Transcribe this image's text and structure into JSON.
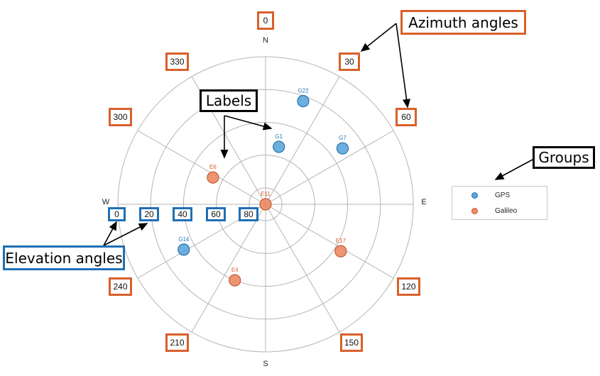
{
  "compass": {
    "north": "N",
    "east": "E",
    "south": "S",
    "west": "W"
  },
  "azimuth_labels": [
    "0",
    "30",
    "60",
    "120",
    "150",
    "210",
    "240",
    "300",
    "330"
  ],
  "elevation_labels": [
    "0",
    "20",
    "40",
    "60",
    "80"
  ],
  "callouts": {
    "azimuth": "Azimuth angles",
    "labels": "Labels",
    "groups": "Groups",
    "elevation": "Elevation angles"
  },
  "legend": [
    {
      "name": "GPS",
      "color": "#5aa6dc"
    },
    {
      "name": "Galileo",
      "color": "#ed8a63"
    }
  ],
  "colors": {
    "gps_fill": "#5aa6dc",
    "gps_stroke": "#2a6fa8",
    "gps_label": "#1f77b4",
    "galileo_fill": "#ed8a63",
    "galileo_stroke": "#c25a33",
    "galileo_label": "#d95f2b",
    "grid": "#b4b4b4",
    "azimuth_box": "#d9602b",
    "elevation_box": "#1f6fb4"
  },
  "chart_data": {
    "type": "scatter",
    "projection": "polar skyplot",
    "r_axis": "elevation, 90 at center to 0 at edge",
    "theta_axis": "azimuth, 0 at north, clockwise",
    "elevation_rings": [
      0,
      20,
      40,
      60,
      80
    ],
    "azimuth_spokes": [
      0,
      30,
      60,
      90,
      120,
      150,
      180,
      210,
      240,
      270,
      300,
      330
    ],
    "legend_placement": "right",
    "series": [
      {
        "name": "GPS",
        "points": [
          {
            "label": "G22",
            "azimuth": 20,
            "elevation": 23
          },
          {
            "label": "G1",
            "azimuth": 13,
            "elevation": 54
          },
          {
            "label": "G7",
            "azimuth": 54,
            "elevation": 32
          },
          {
            "label": "G14",
            "azimuth": 241,
            "elevation": 33
          }
        ]
      },
      {
        "name": "Galileo",
        "points": [
          {
            "label": "E6",
            "azimuth": 297,
            "elevation": 54
          },
          {
            "label": "E11",
            "azimuth": 0,
            "elevation": 90
          },
          {
            "label": "E17",
            "azimuth": 122,
            "elevation": 36
          },
          {
            "label": "E4",
            "azimuth": 202,
            "elevation": 40
          }
        ]
      }
    ]
  }
}
